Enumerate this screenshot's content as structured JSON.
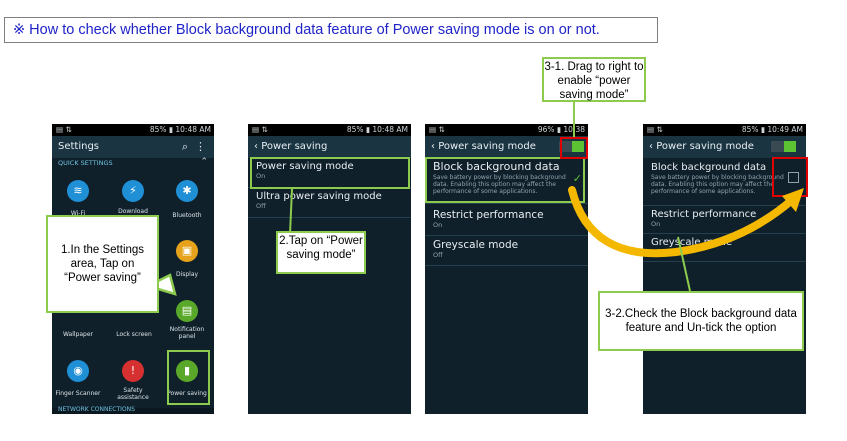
{
  "header": {
    "text": "※ How to check whether Block background data feature of Power saving mode is on or not."
  },
  "phone1": {
    "status_right": "85% ▮ 10:48 AM",
    "app_title": "Settings",
    "section_quick": "QUICK SETTINGS",
    "tiles": [
      "Wi-Fi",
      "Download booster",
      "Bluetooth",
      "Display",
      "Wallpaper",
      "Lock screen",
      "Notification panel",
      "Finger Scanner",
      "Safety assistance",
      "Power saving"
    ],
    "section_network": "NETWORK CONNECTIONS"
  },
  "phone2": {
    "status_right": "85% ▮ 10:48 AM",
    "title": "Power saving",
    "items": [
      {
        "title": "Power saving mode",
        "sub": "On"
      },
      {
        "title": "Ultra power saving mode",
        "sub": "Off"
      }
    ]
  },
  "phone3": {
    "status_right": "96% ▮ 10:38",
    "title": "Power saving mode",
    "items": [
      {
        "title": "Block background data",
        "desc": "Save battery power by blocking background data. Enabling this option may affect the performance of some applications."
      },
      {
        "title": "Restrict performance",
        "sub": "On"
      },
      {
        "title": "Greyscale mode",
        "sub": "Off"
      }
    ]
  },
  "phone4": {
    "status_right": "85% ▮ 10:49 AM",
    "title": "Power saving mode",
    "items": [
      {
        "title": "Block background data",
        "desc": "Save battery power by blocking background data. Enabling this option may affect the performance of some applications."
      },
      {
        "title": "Restrict performance",
        "sub": "On"
      },
      {
        "title": "Greyscale mode",
        "sub": "Off"
      }
    ]
  },
  "callouts": {
    "c1": "1.In the Settings area, Tap on “Power saving”",
    "c2": "2.Tap on “Power saving mode”",
    "c31": "3-1. Drag to right to enable “power saving mode”",
    "c32": "3-2.Check the Block background data feature and Un-tick the option"
  },
  "colors": {
    "callout_border": "#8dcb4f",
    "highlight_red": "#e00000",
    "arrow": "#f5b800",
    "header_text": "#1f24c8"
  }
}
